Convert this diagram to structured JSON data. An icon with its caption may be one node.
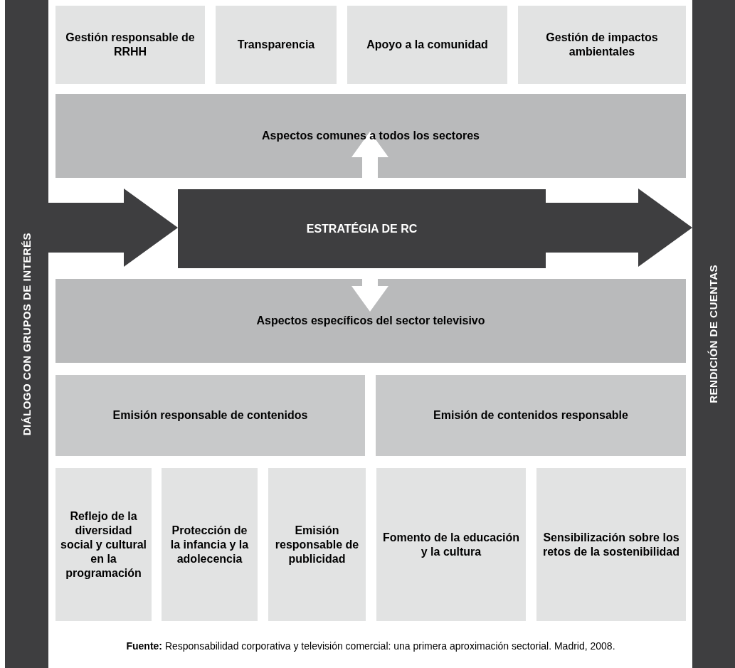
{
  "diagram": {
    "caption": "**Fuente:** Responsabilidad corporativa y televisión comercial: una primera aproximación sectorial. Madrid, 2008.",
    "nodes": [
      {
        "text": [
          "DIÁLOGO CON GRUPOS DE INTERÉS"
        ]
      },
      {
        "text": [
          "RENDICIÓN DE CUENTAS"
        ]
      },
      {
        "text": [
          "Gestión responsable de RRHH"
        ]
      },
      {
        "text": [
          "Transparencia"
        ]
      },
      {
        "text": [
          "Apoyo a la comunidad"
        ]
      },
      {
        "text": [
          "Gestión de impactos ambientales"
        ]
      },
      {
        "text": [
          "Aspectos comunes a todos los sectores"
        ]
      },
      {
        "text": [
          "ESTRATÉGIA DE RC"
        ]
      },
      {
        "text": [
          "Aspectos específicos del sector televisivo"
        ]
      },
      {
        "text": [
          "Emisión responsable de contenidos"
        ]
      },
      {
        "text": [
          "Emisión de contenidos responsable"
        ]
      },
      {
        "text": [
          "Reflejo de la diversidad social y cultural en la programación"
        ]
      },
      {
        "text": [
          "Protección de la infancia y la adolecencia"
        ]
      },
      {
        "text": [
          "Emisión responsable de publicidad"
        ]
      },
      {
        "text": [
          "Fomento de la educación y la cultura"
        ]
      },
      {
        "text": [
          "Sensibilización sobre los retos de la sostenibilidad"
        ]
      }
    ],
    "edges": [
      {
        "from": 0,
        "to": 7,
        "arrow": "to",
        "style": "thick"
      },
      {
        "from": 7,
        "to": 1,
        "arrow": "to",
        "style": "thick"
      },
      {
        "from": 7,
        "to": 6,
        "arrow": "to",
        "color": "#ffffff"
      },
      {
        "from": 7,
        "to": 8,
        "arrow": "to",
        "color": "#ffffff"
      }
    ]
  }
}
